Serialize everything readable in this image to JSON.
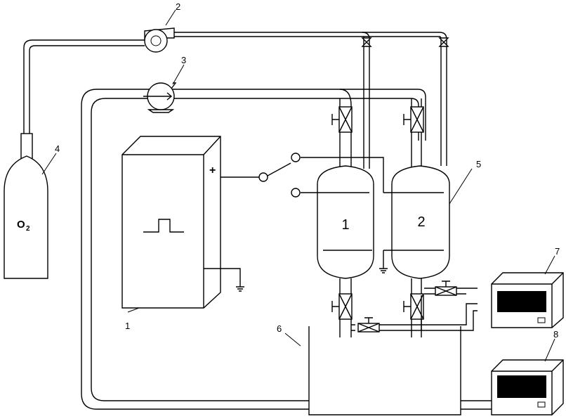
{
  "callouts": [
    "1",
    "2",
    "3",
    "4",
    "5",
    "6",
    "7",
    "8"
  ],
  "reactors": {
    "left_label": "1",
    "right_label": "2"
  },
  "oxygen_cylinder": {
    "label_main": "O",
    "label_sub": "2"
  },
  "power_supply": {
    "polarity": "+"
  }
}
